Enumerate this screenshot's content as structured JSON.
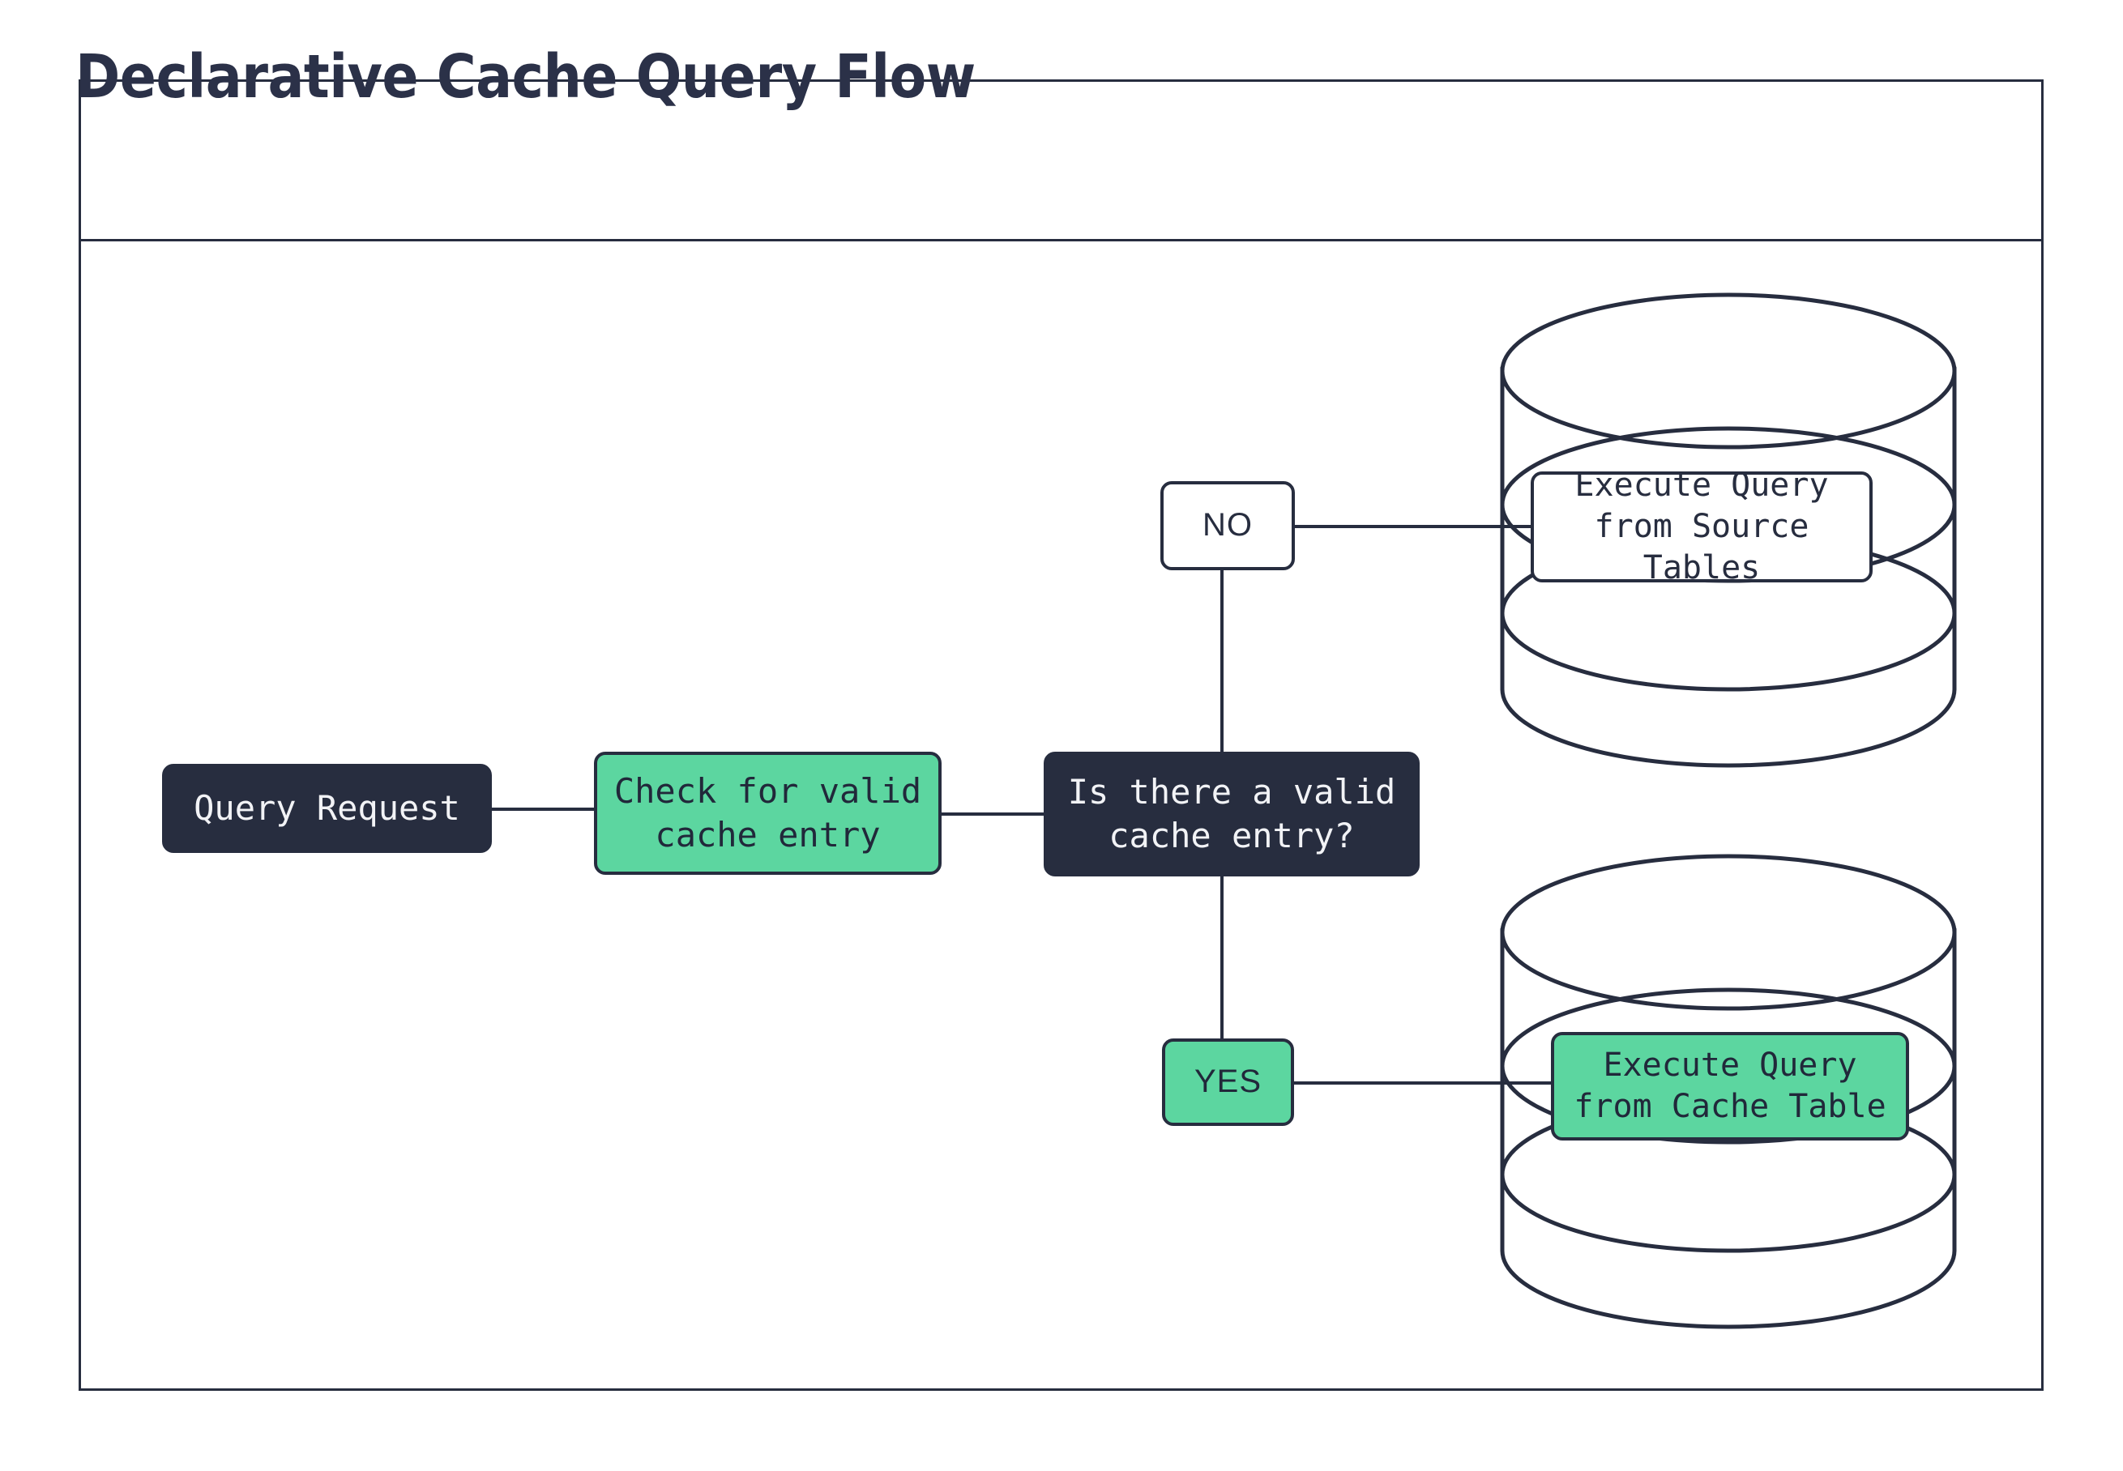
{
  "header": {
    "title": "Declarative Cache Query Flow"
  },
  "flow": {
    "nodes": {
      "query_request": {
        "label": "Query Request",
        "style": "dark"
      },
      "check_cache": {
        "label": "Check for valid\ncache entry",
        "style": "green"
      },
      "decision": {
        "label": "Is there a valid\ncache entry?",
        "style": "dark"
      },
      "branch_no": {
        "label": "NO",
        "style": "white"
      },
      "branch_yes": {
        "label": "YES",
        "style": "green"
      },
      "execute_source": {
        "label": "Execute Query\nfrom Source Tables",
        "style": "white"
      },
      "execute_cache": {
        "label": "Execute Query\nfrom Cache Table",
        "style": "green"
      }
    },
    "databases": {
      "source_tables": {
        "name": "source-tables-database-cylinder"
      },
      "cache_table": {
        "name": "cache-table-database-cylinder"
      }
    },
    "edges": [
      {
        "from": "query_request",
        "to": "check_cache"
      },
      {
        "from": "check_cache",
        "to": "decision"
      },
      {
        "from": "decision",
        "to": "branch_no"
      },
      {
        "from": "decision",
        "to": "branch_yes"
      },
      {
        "from": "branch_no",
        "to": "execute_source"
      },
      {
        "from": "branch_yes",
        "to": "execute_cache"
      }
    ]
  },
  "colors": {
    "ink": "#272d3f",
    "accent_green": "#5cd6a0",
    "surface": "#ffffff",
    "title": "#2b3148"
  }
}
